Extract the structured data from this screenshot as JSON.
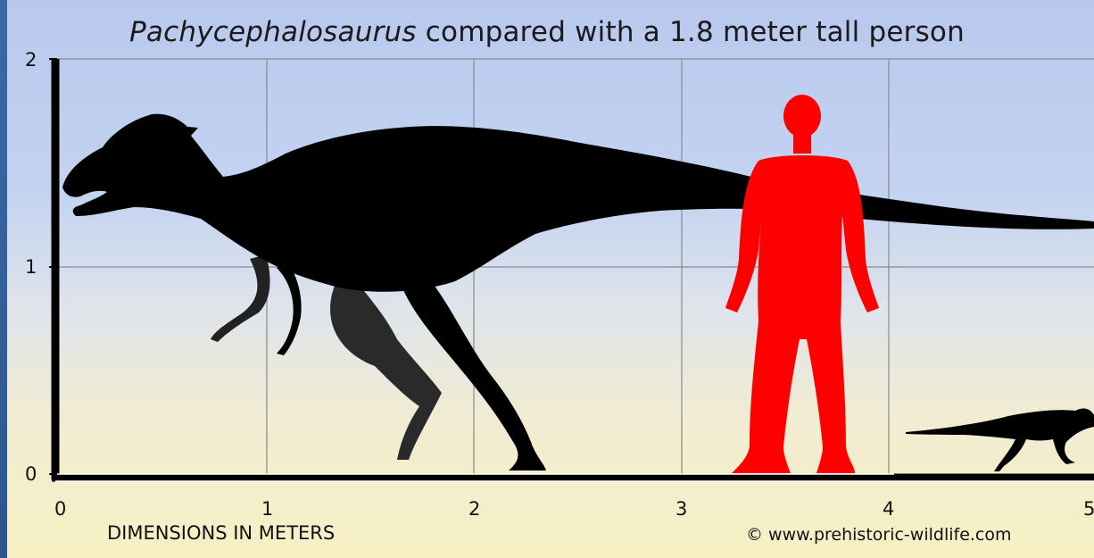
{
  "title": {
    "genus": "Pachycephalosaurus",
    "rest": "compared with a 1.8 meter tall person"
  },
  "axes": {
    "x_label": "DIMENSIONS IN METERS",
    "x_ticks": [
      "0",
      "1",
      "2",
      "3",
      "4",
      "5"
    ],
    "y_ticks": [
      "0",
      "1",
      "2"
    ]
  },
  "credit": "© www.prehistoric-wildlife.com",
  "colors": {
    "dinosaur": "#000000",
    "person": "#ff0000",
    "grid": "#8a8a8a"
  }
}
